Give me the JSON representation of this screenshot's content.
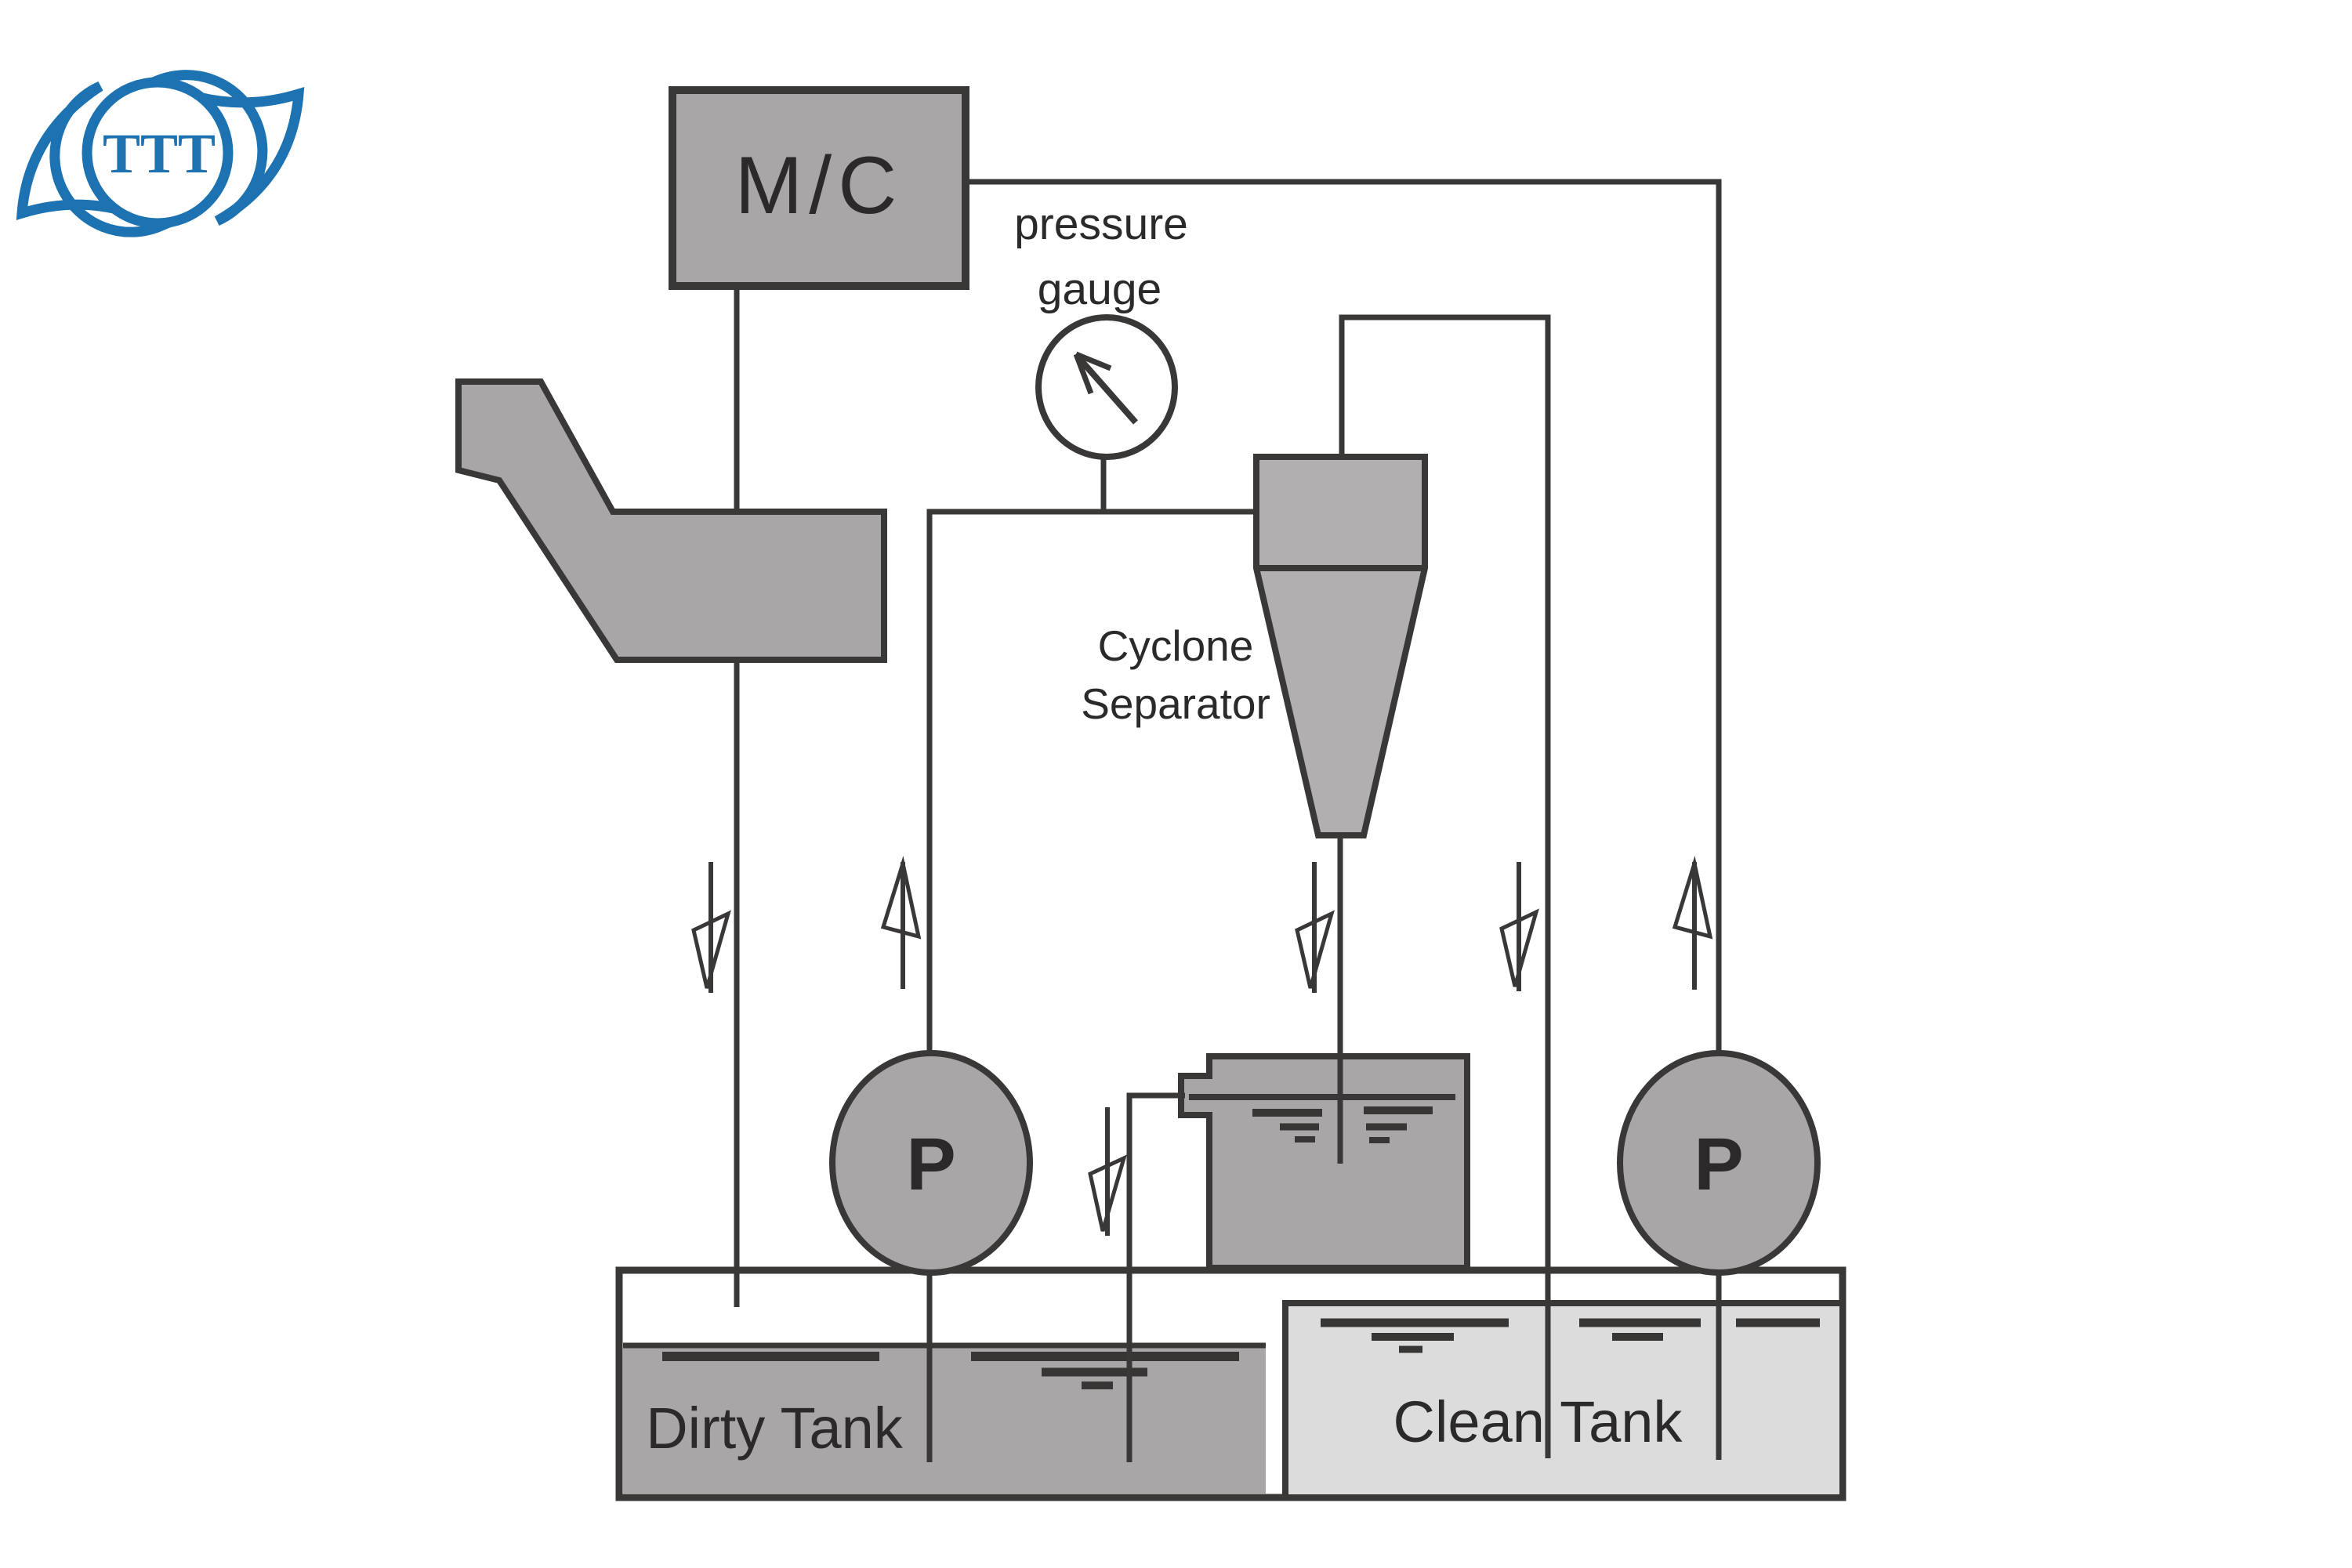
{
  "logo": {
    "text": "TTT",
    "color": "#1d73b1"
  },
  "machine": {
    "label": "M/C"
  },
  "gauge": {
    "label_line1": "pressure",
    "label_line2": "gauge"
  },
  "cyclone": {
    "label_line1": "Cyclone",
    "label_line2": "Separator"
  },
  "pumps": {
    "left_label": "P",
    "right_label": "P"
  },
  "tanks": {
    "dirty_label": "Dirty Tank",
    "clean_label": "Clean Tank"
  },
  "colors": {
    "line": "#3a3737",
    "equipment_gray": "#a9a6a7",
    "cyclone_gray": "#b2afb0",
    "clean_tank_gray": "#dddcdc",
    "background": "#ffffff",
    "logo_blue": "#1d73b1"
  }
}
